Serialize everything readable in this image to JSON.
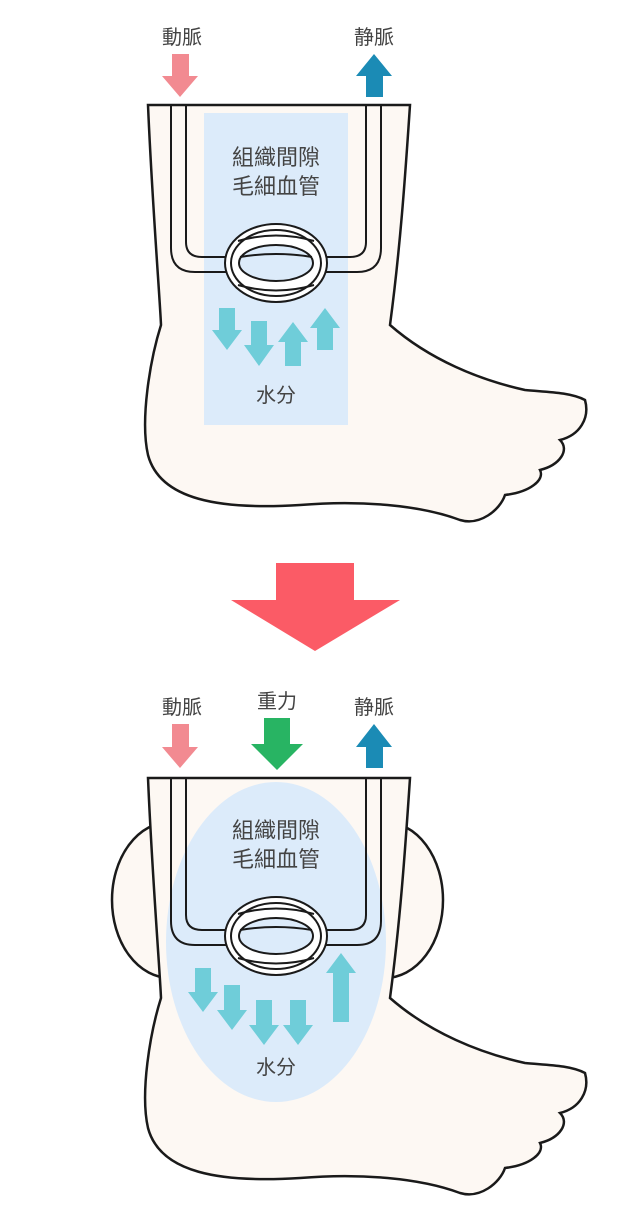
{
  "colors": {
    "skin": "#fdf8f3",
    "outline": "#1a1a1a",
    "tissue": "#dcebfa",
    "artery": "#f28a91",
    "vein": "#1b8bb5",
    "gravity": "#28b463",
    "flow": "#6fcdd9",
    "transition": "#fb5b66",
    "text": "#444444"
  },
  "top": {
    "artery_label": "動脈",
    "vein_label": "静脈",
    "region_line1": "組織間隙",
    "region_line2": "毛細血管",
    "water_label": "水分"
  },
  "bottom": {
    "artery_label": "動脈",
    "gravity_label": "重力",
    "vein_label": "静脈",
    "region_line1": "組織間隙",
    "region_line2": "毛細血管",
    "water_label": "水分"
  }
}
